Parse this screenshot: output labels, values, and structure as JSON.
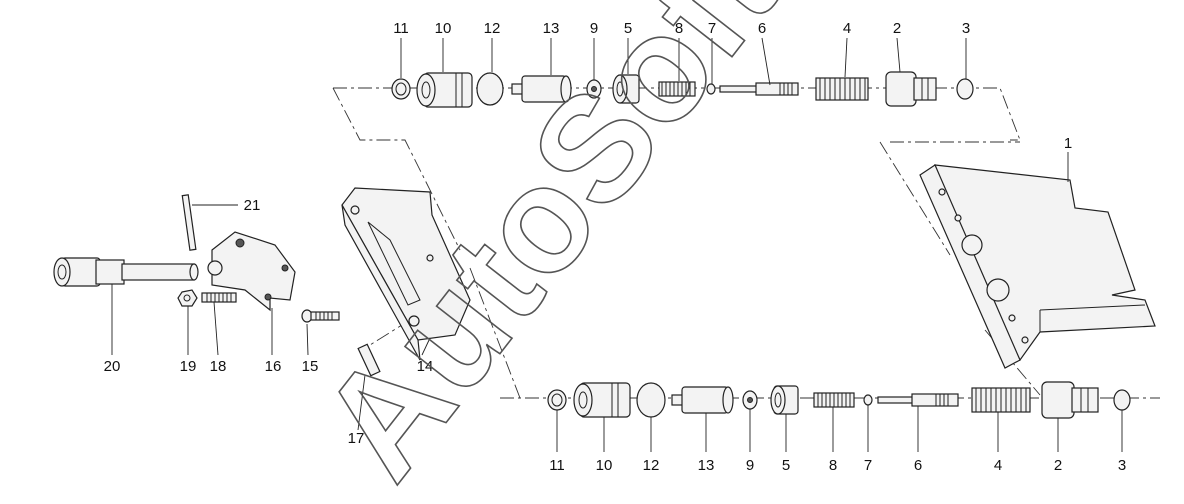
{
  "diagram": {
    "watermark": "AutoSoft",
    "top_row_labels": [
      "11",
      "10",
      "12",
      "13",
      "9",
      "5",
      "8",
      "7",
      "6",
      "4",
      "2",
      "3"
    ],
    "bottom_row_labels": [
      "11",
      "10",
      "12",
      "13",
      "9",
      "5",
      "8",
      "7",
      "6",
      "4",
      "2",
      "3"
    ],
    "side_labels": {
      "body": "1",
      "pin": "21",
      "shaft": "20",
      "nut": "19",
      "screw_small": "18",
      "bracket": "16",
      "screw": "15",
      "plate": "14",
      "dowel": "17"
    }
  }
}
